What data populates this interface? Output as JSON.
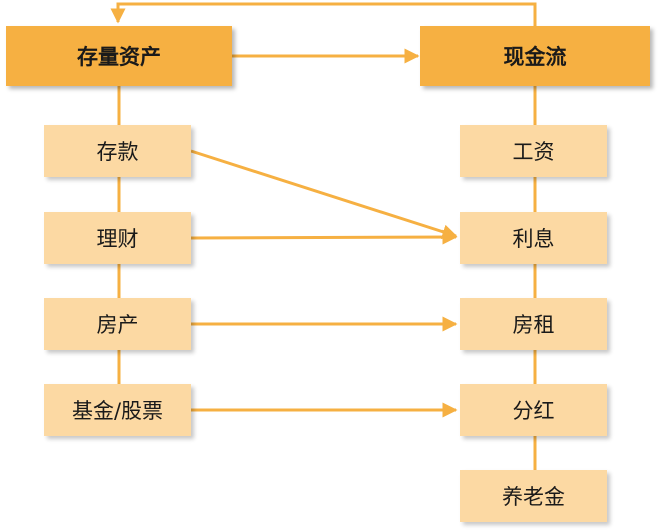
{
  "left": {
    "header": "存量资产",
    "items": [
      "存款",
      "理财",
      "房产",
      "基金/股票"
    ]
  },
  "right": {
    "header": "现金流",
    "items": [
      "工资",
      "利息",
      "房租",
      "分红",
      "养老金"
    ]
  },
  "colors": {
    "header_fill": "#f6b042",
    "item_fill": "#fcd9a3",
    "connector": "#f6b042"
  }
}
